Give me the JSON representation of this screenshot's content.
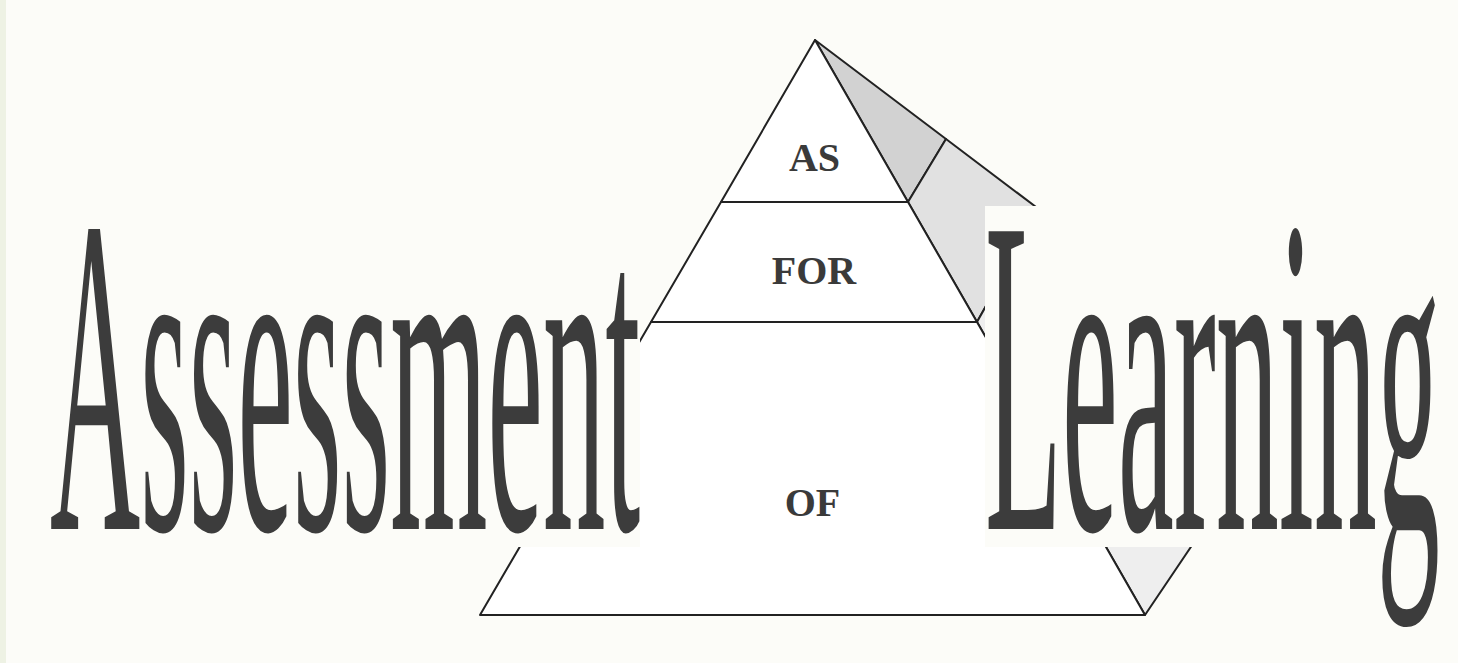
{
  "diagram": {
    "nodes": [
      {
        "text": [
          "AS"
        ]
      },
      {
        "text": [
          "FOR"
        ]
      },
      {
        "text": [
          "OF"
        ]
      }
    ],
    "labels": [
      "Assessment",
      "Learning"
    ]
  }
}
